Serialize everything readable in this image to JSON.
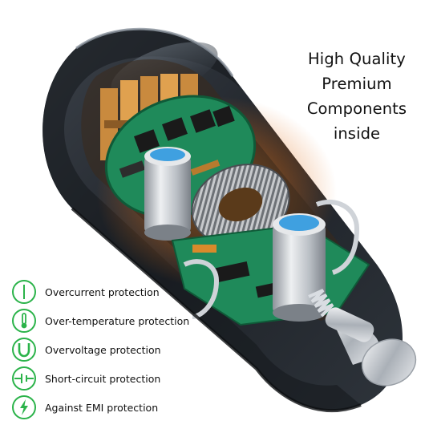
{
  "headline": {
    "line1": "High Quality",
    "line2": "Premium",
    "line3": "Components",
    "line4": "inside"
  },
  "features": [
    {
      "label": "Overcurrent protection",
      "icon": "overcurrent-icon"
    },
    {
      "label": "Over-temperature protection",
      "icon": "thermometer-icon"
    },
    {
      "label": "Overvoltage protection",
      "icon": "overvoltage-icon"
    },
    {
      "label": "Short-circuit protection",
      "icon": "short-circuit-icon"
    },
    {
      "label": "Against EMI protection",
      "icon": "lightning-icon"
    }
  ],
  "colors": {
    "icon_green": "#2bb34a",
    "housing_dark": "#2a2f36",
    "pcb_green": "#1f8a5a",
    "copper": "#d98a2b",
    "capacitor_silver": "#c9ccd1",
    "capacitor_top": "#3fa0e0"
  }
}
